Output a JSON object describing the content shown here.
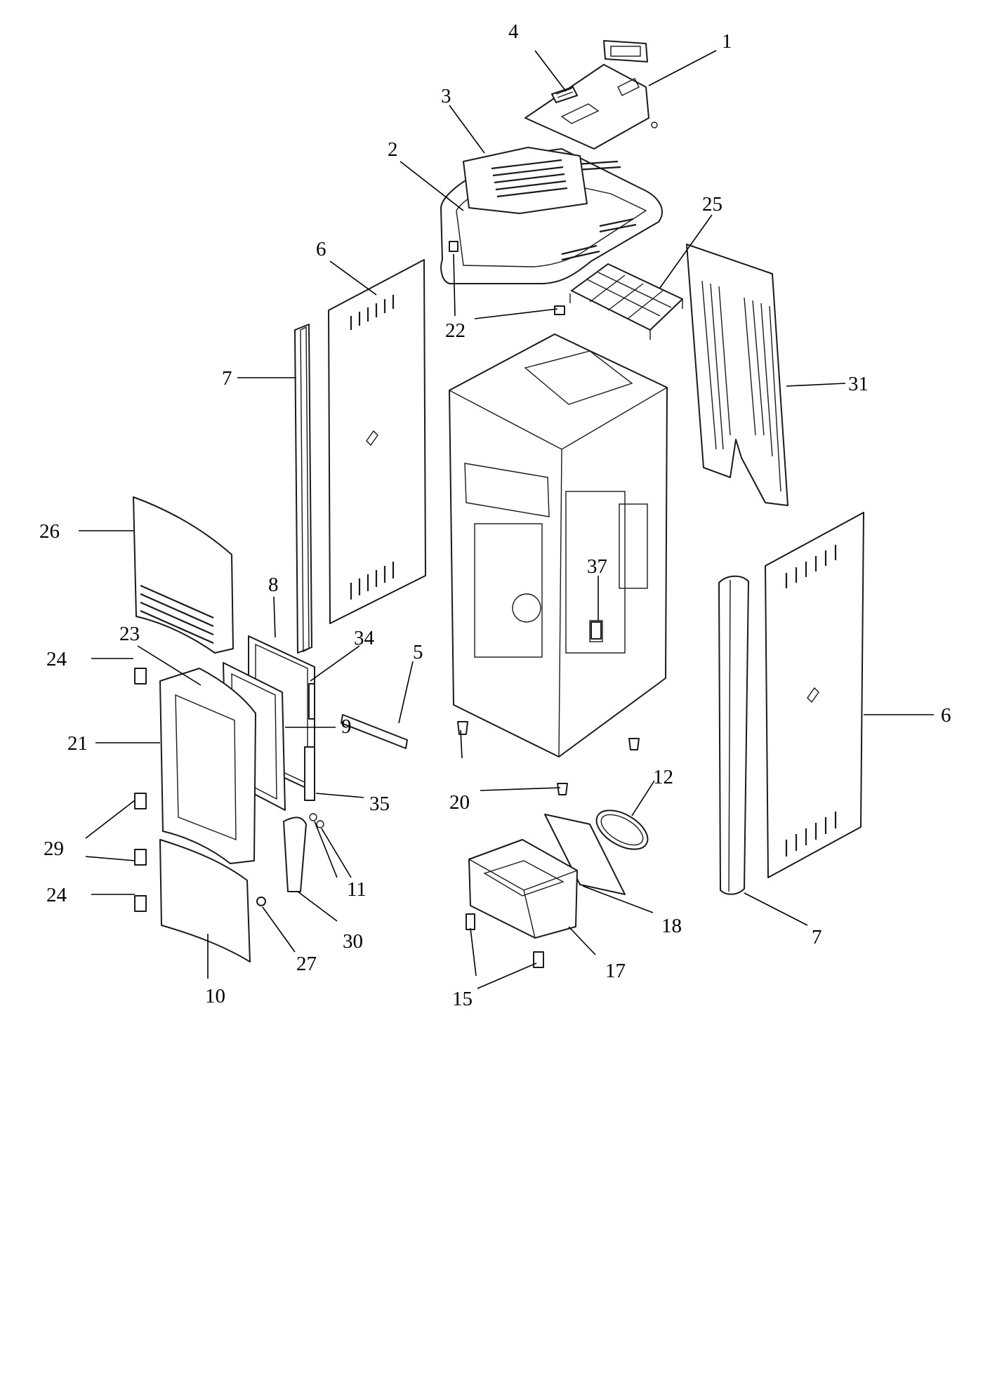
{
  "callouts": [
    {
      "id": "1",
      "label": "1"
    },
    {
      "id": "2",
      "label": "2"
    },
    {
      "id": "3",
      "label": "3"
    },
    {
      "id": "4",
      "label": "4"
    },
    {
      "id": "5",
      "label": "5"
    },
    {
      "id": "6a",
      "label": "6"
    },
    {
      "id": "6b",
      "label": "6"
    },
    {
      "id": "7a",
      "label": "7"
    },
    {
      "id": "7b",
      "label": "7"
    },
    {
      "id": "8",
      "label": "8"
    },
    {
      "id": "9",
      "label": "9"
    },
    {
      "id": "10",
      "label": "10"
    },
    {
      "id": "11",
      "label": "11"
    },
    {
      "id": "12",
      "label": "12"
    },
    {
      "id": "15",
      "label": "15"
    },
    {
      "id": "17",
      "label": "17"
    },
    {
      "id": "18",
      "label": "18"
    },
    {
      "id": "20",
      "label": "20"
    },
    {
      "id": "21",
      "label": "21"
    },
    {
      "id": "22",
      "label": "22"
    },
    {
      "id": "23",
      "label": "23"
    },
    {
      "id": "24a",
      "label": "24"
    },
    {
      "id": "24b",
      "label": "24"
    },
    {
      "id": "25",
      "label": "25"
    },
    {
      "id": "26",
      "label": "26"
    },
    {
      "id": "27",
      "label": "27"
    },
    {
      "id": "29",
      "label": "29"
    },
    {
      "id": "30",
      "label": "30"
    },
    {
      "id": "31",
      "label": "31"
    },
    {
      "id": "34",
      "label": "34"
    },
    {
      "id": "35",
      "label": "35"
    },
    {
      "id": "37",
      "label": "37"
    }
  ]
}
